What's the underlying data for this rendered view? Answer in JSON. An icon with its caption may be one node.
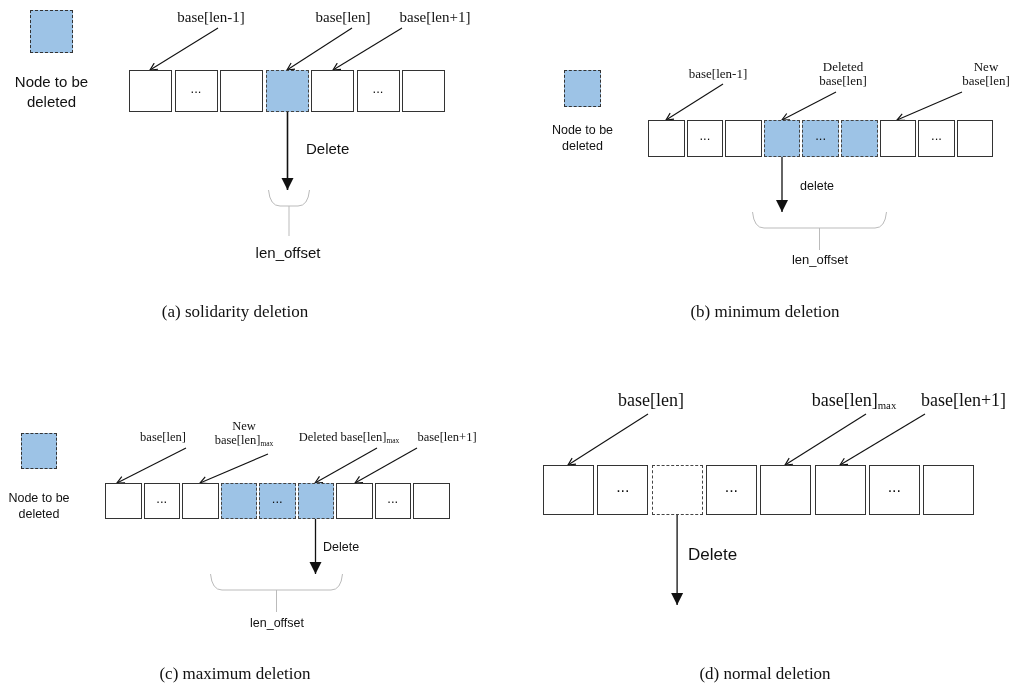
{
  "diagram": {
    "nodes": [
      {
        "text": [
          "base[len-1]"
        ]
      },
      {
        "text": [
          "base[len]"
        ]
      },
      {
        "text": [
          "base[len+1]"
        ]
      },
      {
        "text": [],
        "shape": "box"
      },
      {
        "text": [
          "..."
        ]
      },
      {
        "text": [],
        "shape": "box"
      },
      {
        "text": [],
        "shape": "box"
      },
      {
        "text": [],
        "shape": "box"
      },
      {
        "text": [
          "..."
        ]
      },
      {
        "text": [],
        "shape": "box"
      },
      {
        "text": [
          "base[len-1]"
        ]
      },
      {
        "text": [
          "Deleted base[len]"
        ]
      },
      {
        "text": [
          "New base[len]"
        ]
      },
      {
        "text": [],
        "shape": "box"
      },
      {
        "text": [
          "..."
        ]
      },
      {
        "text": [],
        "shape": "box"
      },
      {
        "text": [],
        "shape": "box"
      },
      {
        "text": [
          "..."
        ]
      },
      {
        "text": [],
        "shape": "box"
      },
      {
        "text": [],
        "shape": "box"
      },
      {
        "text": [
          "..."
        ]
      },
      {
        "text": [],
        "shape": "box"
      },
      {
        "text": [
          "base[len]"
        ]
      },
      {
        "text": [
          "New base[len]$_{max}$"
        ]
      },
      {
        "text": [
          "Deleted base[len]$_{max}$"
        ]
      },
      {
        "text": [
          "base[len+1]"
        ]
      },
      {
        "text": [],
        "shape": "box"
      },
      {
        "text": [
          "..."
        ]
      },
      {
        "text": [],
        "shape": "box"
      },
      {
        "text": [],
        "shape": "box"
      },
      {
        "text": [
          "..."
        ]
      },
      {
        "text": [],
        "shape": "box"
      },
      {
        "text": [],
        "shape": "box"
      },
      {
        "text": [
          "..."
        ]
      },
      {
        "text": [],
        "shape": "box"
      },
      {
        "text": [
          "base[len]"
        ]
      },
      {
        "text": [
          "base[len]$_{max}$"
        ]
      },
      {
        "text": [
          "base[len+1]"
        ]
      },
      {
        "text": [],
        "shape": "box"
      },
      {
        "text": [
          "..."
        ]
      },
      {
        "text": [],
        "shape": "box"
      },
      {
        "text": [
          "..."
        ]
      },
      {
        "text": [],
        "shape": "box"
      },
      {
        "text": [],
        "shape": "box"
      },
      {
        "text": [
          "..."
        ]
      },
      {
        "text": [],
        "shape": "box"
      },
      {
        "text": [],
        "shape": "brace",
        "beside": [
          "len_offset"
        ]
      },
      {
        "text": [],
        "shape": "brace",
        "beside": [
          "len_offset"
        ]
      },
      {
        "text": [],
        "shape": "brace",
        "beside": [
          "len_offset"
        ]
      }
    ],
    "edges": [
      {
        "from": 0,
        "to": 3,
        "arrow": "to"
      },
      {
        "from": 1,
        "to": 6,
        "arrow": "to"
      },
      {
        "from": 2,
        "to": 7,
        "arrow": "to"
      },
      {
        "from": 6,
        "to": 46,
        "arrow": "to",
        "label": "Delete"
      },
      {
        "from": 10,
        "to": 13,
        "arrow": "to"
      },
      {
        "from": 11,
        "to": 16,
        "arrow": "to"
      },
      {
        "from": 12,
        "to": 19,
        "arrow": "to"
      },
      {
        "from": 16,
        "to": 47,
        "arrow": "to",
        "label": "delete"
      },
      {
        "from": 22,
        "to": 26,
        "arrow": "to"
      },
      {
        "from": 23,
        "to": 28,
        "arrow": "to"
      },
      {
        "from": 24,
        "to": 31,
        "arrow": "to"
      },
      {
        "from": 25,
        "to": 32,
        "arrow": "to"
      },
      {
        "from": 31,
        "to": 48,
        "arrow": "to",
        "label": "Delete"
      },
      {
        "from": 35,
        "to": 38,
        "arrow": "to"
      },
      {
        "from": 36,
        "to": 42,
        "arrow": "to"
      },
      {
        "from": 37,
        "to": 43,
        "arrow": "to"
      },
      {
        "from": 40,
        "to": null,
        "arrow": "to",
        "label": "Delete"
      }
    ],
    "labels": [
      "(a) solidarity deletion",
      "(b) minimum deletion",
      "(c) maximum deletion",
      "(d) normal deletion"
    ],
    "legend": [
      {
        "text": "Node to be deleted",
        "color": "#9dc3e6"
      },
      {
        "text": "Node to be deleted",
        "color": "#9dc3e6"
      },
      {
        "text": "Node to be deleted",
        "color": "#9dc3e6"
      }
    ]
  }
}
